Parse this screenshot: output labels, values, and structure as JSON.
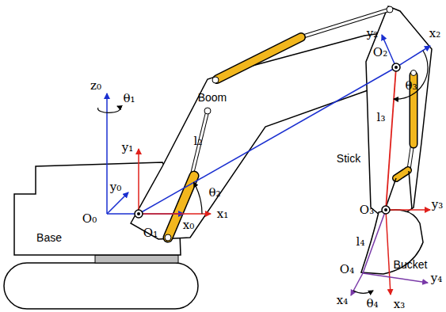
{
  "diagram": {
    "labels": [
      "z₀",
      "θ₁",
      "y₀",
      "y₁",
      "O₀",
      "O₁",
      "x₀",
      "x₁",
      "θ₂",
      "l₂",
      "Boom",
      "Base",
      "O₂",
      "y₂",
      "x₂",
      "θ₃",
      "l₃",
      "Stick",
      "O₃",
      "y₃",
      "l₄",
      "O₄",
      "Bucket",
      "x₄",
      "y₄",
      "x₃",
      "θ₄"
    ]
  }
}
